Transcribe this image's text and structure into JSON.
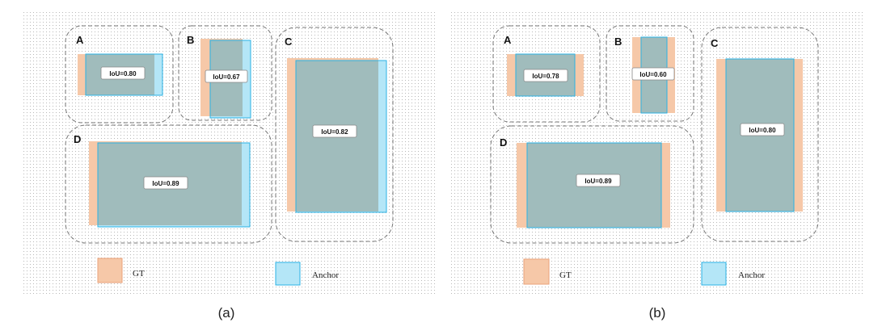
{
  "colors": {
    "gt_fill": "#f6c8a8",
    "gt_stroke": "#e9a27a",
    "anchor_fill": "#b4e6f7",
    "anchor_stroke": "#2ab2e4",
    "overlap_fill": "#a0bcbc",
    "dot": "#b8b8b8",
    "group_stroke": "#777777"
  },
  "legend": {
    "gt_label": "GT",
    "anchor_label": "Anchor"
  },
  "panels": [
    {
      "caption": "(a)",
      "groups": {
        "A": "A",
        "B": "B",
        "C": "C",
        "D": "D"
      },
      "iou": {
        "A": "IoU=0.80",
        "B": "IoU=0.67",
        "C": "IoU=0.82",
        "D": "IoU=0.89"
      }
    },
    {
      "caption": "(b)",
      "groups": {
        "A": "A",
        "B": "B",
        "C": "C",
        "D": "D"
      },
      "iou": {
        "A": "IoU=0.78",
        "B": "IoU=0.60",
        "C": "IoU=0.80",
        "D": "IoU=0.89"
      }
    }
  ]
}
